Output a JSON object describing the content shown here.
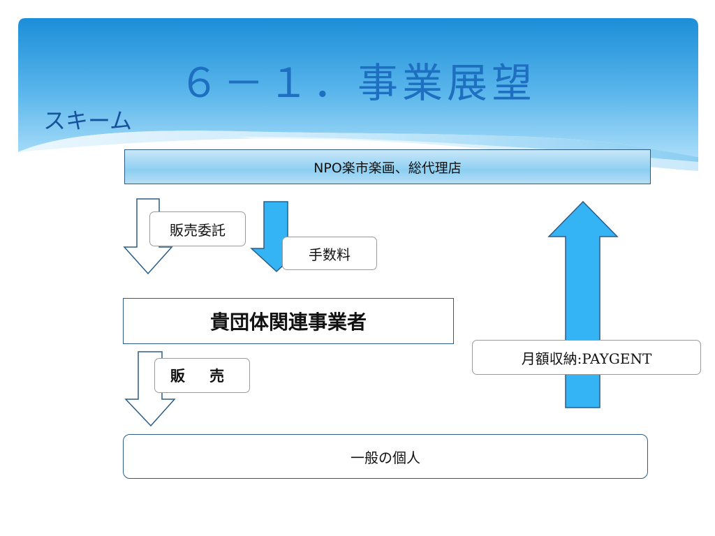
{
  "slide": {
    "title": "６－１．事業展望",
    "subtitle": "スキーム"
  },
  "diagram": {
    "agency_label": "NPO楽市楽画、総代理店",
    "operator_label": "貴団体関連事業者",
    "individual_label": "一般の個人",
    "consignment_label": "販売委託",
    "fee_label": "手数料",
    "sales_label": "販 売",
    "payment_label": "月額収納:PAYGENT"
  },
  "colors": {
    "title": "#1e6fbf",
    "subtitle": "#17539a",
    "header_blue": "#1b8ed8",
    "arrow_fill": "#35b4f5",
    "box_border": "#2a5c86"
  }
}
